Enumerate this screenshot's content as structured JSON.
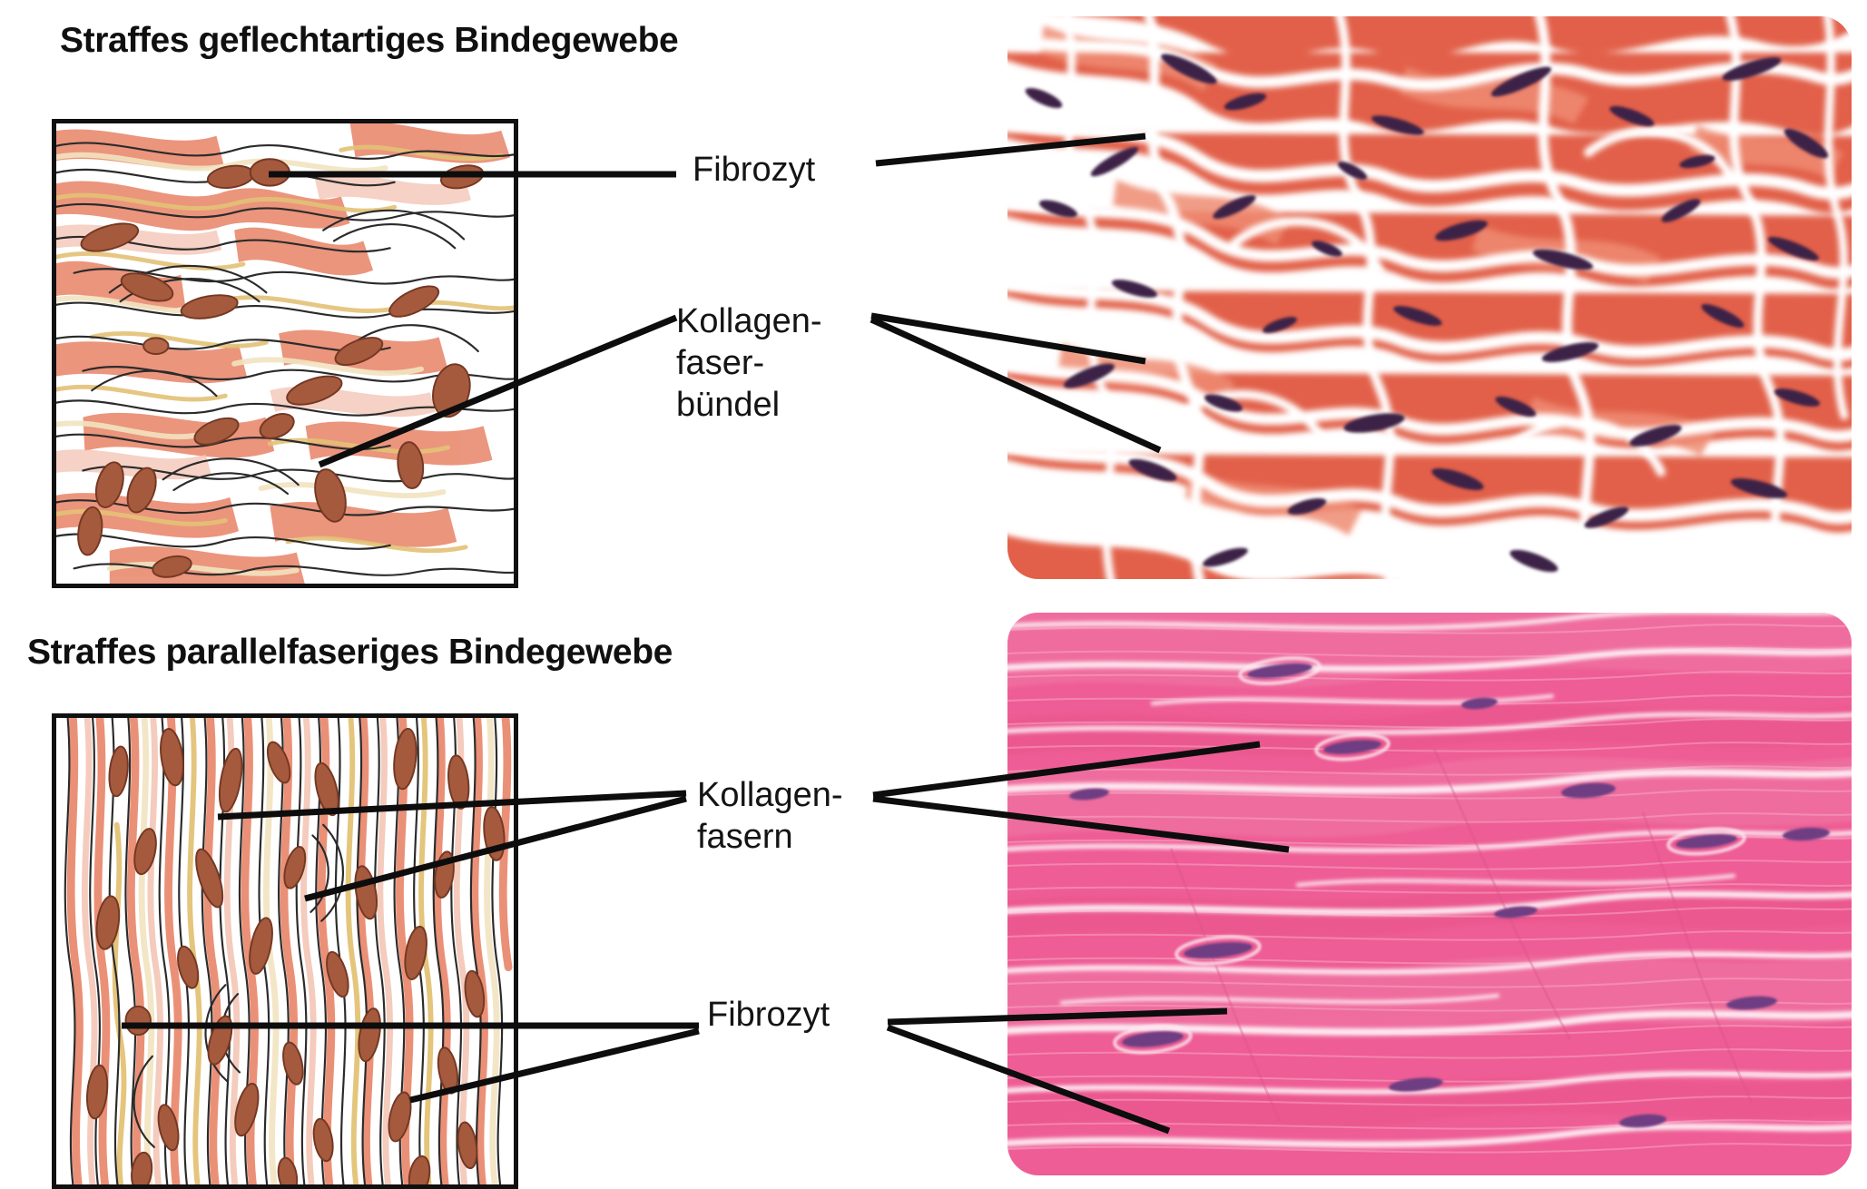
{
  "figure": {
    "kind": "histology-comparison-plate",
    "language": "de",
    "background_color": "#ffffff"
  },
  "sections": [
    {
      "id": "woven",
      "title": "Straffes geflechtartiges Bindegewebe",
      "illustration": {
        "name": "schematic-dense-irregular-connective-tissue",
        "style": "line-drawing",
        "frame_color": "#101010",
        "fiber_color": "#e99077",
        "fiber_color_pale": "#f0b9a6",
        "accent_color": "#e3c276",
        "nucleus_color": "#a55a3e",
        "nucleus_outline": "#7c3c26",
        "contour_color": "#2c2c2c",
        "orientation": "interwoven"
      },
      "micrograph": {
        "name": "micrograph-dense-irregular-connective-tissue",
        "stain": "H&E",
        "matrix_color": "#e2604a",
        "matrix_color_light": "#ef8b72",
        "gap_color": "#ffffff",
        "nucleus_color": "#3c2046",
        "orientation": "interwoven",
        "corner_radius": "34px"
      },
      "labels": [
        {
          "id": "fibrozyt-woven",
          "text": "Fibrozyt",
          "lines": [
            "Fibrozyt"
          ]
        },
        {
          "id": "kollagenfaserbuendel",
          "text": "Kollagen-\nfaser-\nbündel",
          "lines": [
            "Kollagen-",
            "faser-",
            "bündel"
          ]
        }
      ]
    },
    {
      "id": "parallel",
      "title": "Straffes parallelfaseriges Bindegewebe",
      "illustration": {
        "name": "schematic-dense-regular-connective-tissue",
        "style": "line-drawing",
        "frame_color": "#101010",
        "fiber_color": "#e99077",
        "fiber_color_pale": "#f0b9a6",
        "accent_color": "#e3c276",
        "nucleus_color": "#a55a3e",
        "nucleus_outline": "#7c3c26",
        "contour_color": "#2c2c2c",
        "orientation": "parallel-vertical"
      },
      "micrograph": {
        "name": "micrograph-dense-regular-connective-tissue",
        "stain": "H&E",
        "matrix_color": "#ee5d95",
        "matrix_color_light": "#f285ae",
        "gap_color": "#fde9f1",
        "nucleus_color": "#6e3e82",
        "orientation": "parallel-horizontal",
        "corner_radius": "34px"
      },
      "labels": [
        {
          "id": "kollagenfasern",
          "text": "Kollagen-\nfasern",
          "lines": [
            "Kollagen-",
            "fasern"
          ]
        },
        {
          "id": "fibrozyt-parallel",
          "text": "Fibrozyt",
          "lines": [
            "Fibrozyt"
          ]
        }
      ]
    }
  ],
  "leaders": {
    "stroke_color": "#0d0d0d",
    "stroke_width": 6,
    "groups": [
      {
        "label_id": "fibrozyt-woven",
        "target_count": 2,
        "targets": [
          "illustration-nucleus",
          "micrograph-nucleus"
        ]
      },
      {
        "label_id": "kollagenfaserbuendel",
        "target_count": 3,
        "targets": [
          "illustration-bundle",
          "micrograph-bundle-upper",
          "micrograph-bundle-lower"
        ]
      },
      {
        "label_id": "kollagenfasern",
        "target_count": 4,
        "targets": [
          "illustration-fiber-upper",
          "illustration-fiber-lower",
          "micrograph-fiber-upper",
          "micrograph-fiber-lower"
        ]
      },
      {
        "label_id": "fibrozyt-parallel",
        "target_count": 4,
        "targets": [
          "illustration-nucleus-upper",
          "illustration-nucleus-lower",
          "micrograph-nucleus-upper",
          "micrograph-nucleus-lower"
        ]
      }
    ]
  }
}
